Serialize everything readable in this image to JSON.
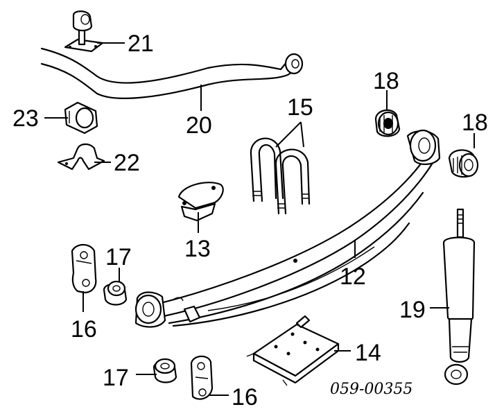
{
  "callouts": {
    "c21": "21",
    "c20": "20",
    "c23": "23",
    "c22": "22",
    "c15": "15",
    "c18_top": "18",
    "c18_right": "18",
    "c13": "13",
    "c17_top": "17",
    "c12": "12",
    "c19": "19",
    "c16_left": "16",
    "c14": "14",
    "c17_bottom": "17",
    "c16_bottom": "16"
  },
  "reference_code": "059-00355"
}
